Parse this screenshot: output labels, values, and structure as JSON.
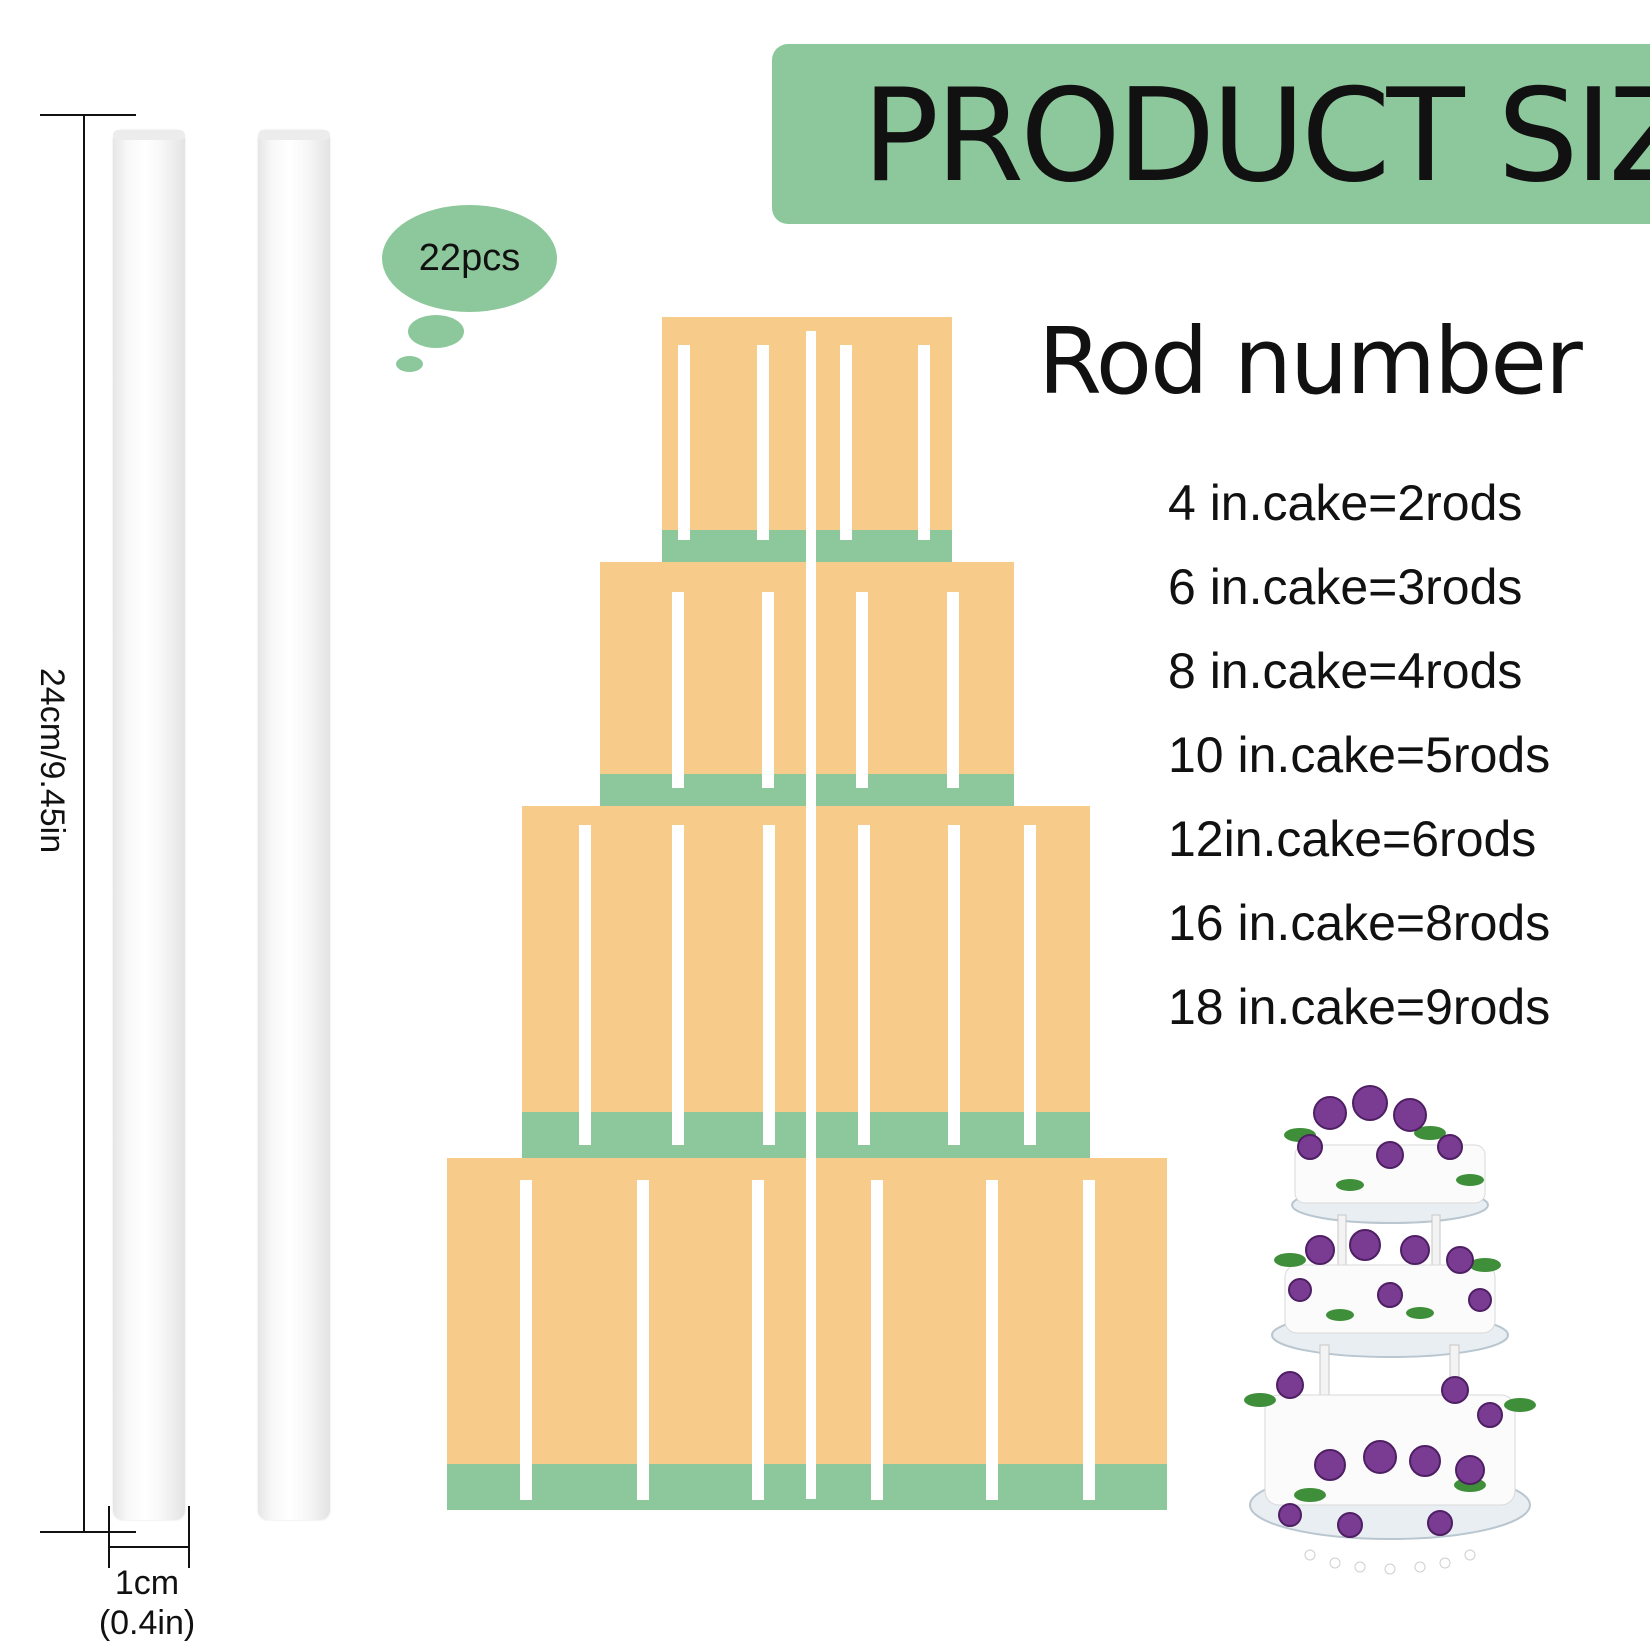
{
  "header": {
    "title": "PRODUCT SIZ"
  },
  "rods": {
    "quantity_label": "22pcs",
    "length_label": "24cm/9.45in",
    "width_label_cm": "1cm",
    "width_label_in": "(0.4in)"
  },
  "rod_number": {
    "heading": "Rod number",
    "rules": [
      "4 in.cake=2rods",
      "6 in.cake=3rods",
      "8 in.cake=4rods",
      "10 in.cake=5rods",
      "12in.cake=6rods",
      "16 in.cake=8rods",
      "18 in.cake=9rods"
    ]
  },
  "colors": {
    "accent_green": "#8cc89b",
    "cake_orange": "#f7cc8b",
    "rod_white": "#ffffff",
    "flower_purple": "#7a3c93",
    "leaf_green": "#3f8f3a"
  },
  "icons": {
    "cake_photo": "tiered-wedding-cake-with-purple-roses"
  }
}
